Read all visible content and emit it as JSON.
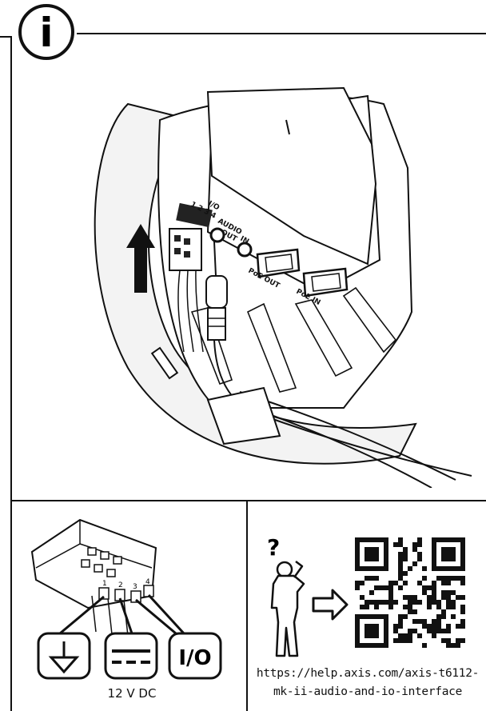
{
  "header": {
    "info_icon_glyph": "i"
  },
  "camera_diagram": {
    "io_label": "I/O",
    "io_pins": "1 2 3 4",
    "audio_label": "AUDIO",
    "audio_out_label": "OUT",
    "audio_in_label": "IN",
    "poe_out_label": "PoE OUT",
    "poe_in_label": "PoE IN",
    "arrow": "up-arrow"
  },
  "connector_panel": {
    "pin_numbers": [
      "1",
      "2",
      "3",
      "4"
    ],
    "symbols": [
      "ground-symbol",
      "dc-power-symbol",
      "io-symbol"
    ],
    "io_symbol_text": "I/O",
    "voltage_label": "12 V DC"
  },
  "help_panel": {
    "question_mark": "?",
    "url_line_1": "https://help.axis.com/axis-t6112-",
    "url_line_2": "mk-ii-audio-and-io-interface",
    "icons": [
      "person-thinking-icon",
      "arrow-right-icon",
      "qr-code-icon"
    ]
  }
}
